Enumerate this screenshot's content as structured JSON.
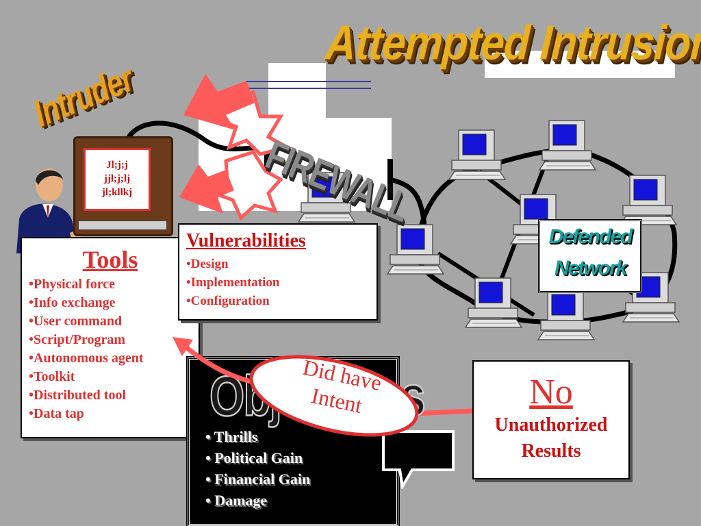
{
  "title": "Attempted Intrusion",
  "intruder_label": "Intruder",
  "terminal_text": [
    "Jl;j;j",
    "jjl;j;lj",
    "jl;kllkj"
  ],
  "firewall_label": "FIREWALL",
  "tools": {
    "heading": "Tools",
    "items": [
      "•Physical force",
      "•Info exchange",
      "•User command",
      "•Script/Program",
      "•Autonomous agent",
      "•Toolkit",
      "•Distributed tool",
      "•Data tap"
    ]
  },
  "vulnerabilities": {
    "heading": "Vulnerabilities",
    "items": [
      "•Design",
      "•Implementation",
      "•Configuration"
    ]
  },
  "objectives": {
    "heading": "Objectives",
    "items": [
      "• Thrills",
      "• Political Gain",
      "• Financial Gain",
      "• Damage"
    ]
  },
  "intent_label": [
    "Did have",
    "Intent"
  ],
  "results": {
    "no": "No",
    "line1": "Unauthorized",
    "line2": "Results"
  },
  "network_label": [
    "Defended",
    "Network"
  ],
  "colors": {
    "background": "#a6a6a6",
    "accent_red": "#e03030",
    "title_gold": "#e8b020",
    "network_teal": "#1ea0a0",
    "screen_blue": "#1414d8"
  }
}
